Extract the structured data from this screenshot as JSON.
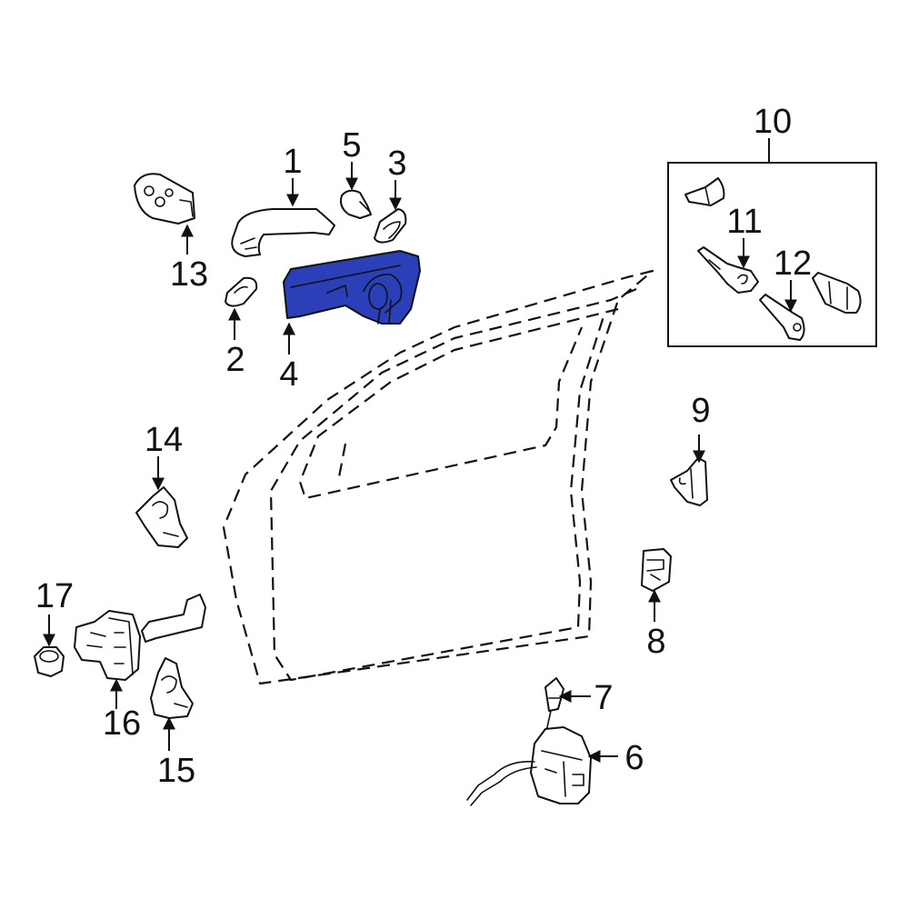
{
  "highlight_color": "#2b3fb8",
  "callouts": {
    "c1": "1",
    "c2": "2",
    "c3": "3",
    "c4": "4",
    "c5": "5",
    "c6": "6",
    "c7": "7",
    "c8": "8",
    "c9": "9",
    "c10": "10",
    "c11": "11",
    "c12": "12",
    "c13": "13",
    "c14": "14",
    "c15": "15",
    "c16": "16",
    "c17": "17"
  },
  "highlighted_part": "4"
}
